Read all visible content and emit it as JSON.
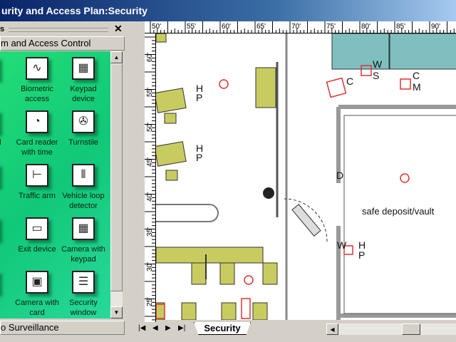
{
  "window": {
    "title": "urity and Access Plan:Security"
  },
  "stencil": {
    "header": "s",
    "close": "✕",
    "category_top": "m and Access Control",
    "category_bottom": "o Surveillance",
    "items": [
      {
        "label": "s",
        "icon": "unknown-icon"
      },
      {
        "label": "Biometric access",
        "icon": "biometric-icon"
      },
      {
        "label": "Keypad device",
        "icon": "keypad-icon"
      },
      {
        "label": "der pad",
        "icon": "card-reader-keypad-icon"
      },
      {
        "label": "Card reader with time",
        "icon": "card-reader-time-icon"
      },
      {
        "label": "Turnstile",
        "icon": "turnstile-icon"
      },
      {
        "label": "ing",
        "icon": "unknown-icon"
      },
      {
        "label": "Traffic arm",
        "icon": "traffic-arm-icon"
      },
      {
        "label": "Vehicle loop detector",
        "icon": "vehicle-loop-icon"
      },
      {
        "label": "nic",
        "icon": "unknown-icon"
      },
      {
        "label": "Exit device",
        "icon": "exit-device-icon"
      },
      {
        "label": "Camera with keypad",
        "icon": "camera-keypad-icon"
      },
      {
        "label": "ra",
        "icon": "camera-icon"
      },
      {
        "label": "Camera with card",
        "icon": "camera-card-icon"
      },
      {
        "label": "Security window",
        "icon": "security-window-icon"
      }
    ]
  },
  "ruler": {
    "h": [
      "50'",
      "55'",
      "60'",
      "65'",
      "70'",
      "75'",
      "80'",
      "85'",
      "90'"
    ],
    "v": [
      "60'",
      "55'",
      "50'",
      "45'",
      "40'",
      "35'",
      "30'",
      "25'"
    ]
  },
  "drawing": {
    "labels": {
      "vault": "safe deposit/vault",
      "h1": "H",
      "p1": "P",
      "h2": "H",
      "p2": "P",
      "w1": "W",
      "s1": "S",
      "c1": "C",
      "m1": "M",
      "c2": "C",
      "d1": "D",
      "w2": "W",
      "h3": "H",
      "p3": "P"
    }
  },
  "sheet_tabs": {
    "active": "Security",
    "nav": [
      "|◀",
      "◀",
      "▶",
      "▶|"
    ]
  }
}
